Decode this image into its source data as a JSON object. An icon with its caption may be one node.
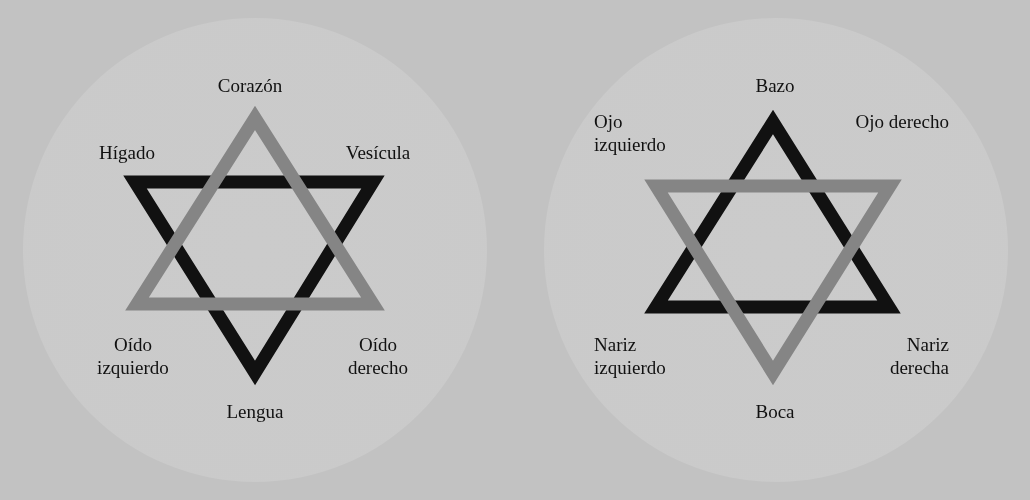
{
  "diagram": {
    "nodes": [
      {
        "text": [],
        "shape": "circle"
      },
      {
        "text": [],
        "shape": "circle"
      }
    ],
    "labels": [
      "Corazón",
      "Hígado",
      "Vesícula",
      "Oído izquierdo",
      "Oído derecho",
      "Lengua",
      "Bazo",
      "Ojo izquierdo",
      "Ojo derecho",
      "Nariz izquierdo",
      "Nariz derecha",
      "Boca"
    ]
  }
}
